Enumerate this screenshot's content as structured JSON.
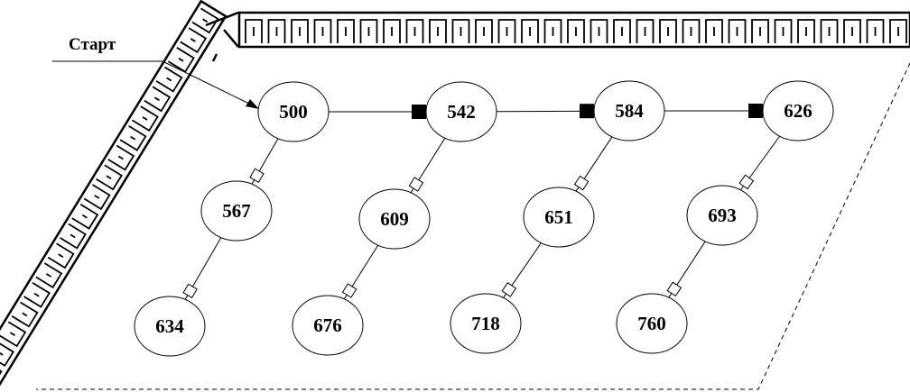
{
  "start": {
    "label": "Старт"
  },
  "nodes": [
    {
      "id": "n500",
      "label": "500"
    },
    {
      "id": "n542",
      "label": "542"
    },
    {
      "id": "n584",
      "label": "584"
    },
    {
      "id": "n626",
      "label": "626"
    },
    {
      "id": "n567",
      "label": "567"
    },
    {
      "id": "n609",
      "label": "609"
    },
    {
      "id": "n651",
      "label": "651"
    },
    {
      "id": "n693",
      "label": "693"
    },
    {
      "id": "n634",
      "label": "634"
    },
    {
      "id": "n676",
      "label": "676"
    },
    {
      "id": "n718",
      "label": "718"
    },
    {
      "id": "n760",
      "label": "760"
    }
  ],
  "edges": [
    {
      "from": "n500",
      "to": "n542",
      "marker": "filled"
    },
    {
      "from": "n542",
      "to": "n584",
      "marker": "filled"
    },
    {
      "from": "n584",
      "to": "n626",
      "marker": "filled"
    },
    {
      "from": "n500",
      "to": "n567",
      "marker": "hollow"
    },
    {
      "from": "n542",
      "to": "n609",
      "marker": "hollow"
    },
    {
      "from": "n584",
      "to": "n651",
      "marker": "hollow"
    },
    {
      "from": "n626",
      "to": "n693",
      "marker": "hollow"
    },
    {
      "from": "n567",
      "to": "n634",
      "marker": "hollow"
    },
    {
      "from": "n609",
      "to": "n676",
      "marker": "hollow"
    },
    {
      "from": "n651",
      "to": "n718",
      "marker": "hollow"
    },
    {
      "from": "n693",
      "to": "n760",
      "marker": "hollow"
    }
  ],
  "colors": {
    "stroke": "#000000",
    "fill": "#ffffff"
  }
}
